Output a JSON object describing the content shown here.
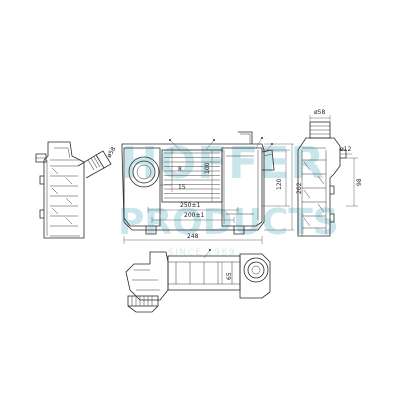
{
  "watermark": {
    "line1": "HOFFER",
    "line2": "PRODUCTS",
    "line3": "SINCE 1989"
  },
  "dimensions": {
    "side_left_outlet": "ø58",
    "front_width_250": "250±1",
    "front_width_200": "200±1",
    "front_overall_width": "248",
    "front_height_202": "202",
    "front_height_120": "120",
    "front_core_height": "100",
    "front_offset_15": "15",
    "front_offset_small": "8",
    "side_right_neck": "ø58",
    "side_right_port": "ø12",
    "side_right_height": "98",
    "top_depth": "65"
  }
}
